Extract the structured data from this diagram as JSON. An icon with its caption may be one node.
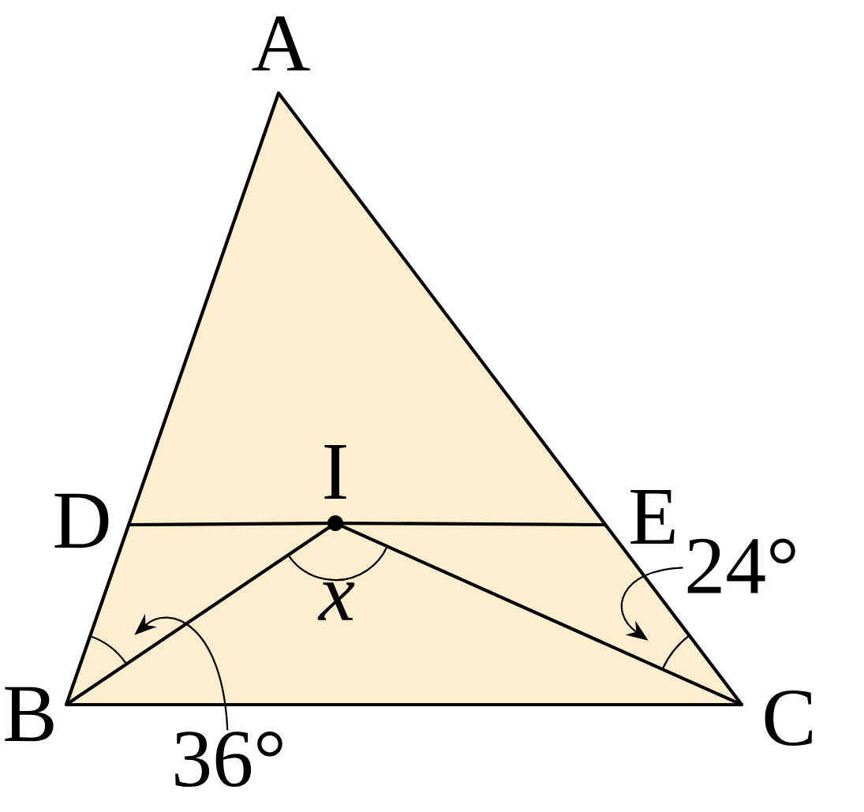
{
  "diagram": {
    "nodes": [
      {
        "text": [
          "A"
        ]
      },
      {
        "text": [
          "B"
        ]
      },
      {
        "text": [
          "C"
        ]
      },
      {
        "text": [
          "D"
        ]
      },
      {
        "text": [
          "E"
        ]
      },
      {
        "text": [
          "I"
        ]
      },
      {
        "text": [
          "36°"
        ]
      },
      {
        "text": [
          "24°"
        ]
      },
      {
        "text": [],
        "shape": "arc"
      },
      {
        "text": [],
        "shape": "arc"
      }
    ],
    "edges": [
      {
        "from": 0,
        "to": 1,
        "arrow": "none"
      },
      {
        "from": 0,
        "to": 2,
        "arrow": "none"
      },
      {
        "from": 1,
        "to": 2,
        "arrow": "none"
      },
      {
        "from": 3,
        "to": 5,
        "arrow": "none"
      },
      {
        "from": 5,
        "to": 4,
        "arrow": "none"
      },
      {
        "from": 1,
        "to": 5,
        "arrow": "none"
      },
      {
        "from": 5,
        "to": 2,
        "arrow": "none"
      },
      {
        "from": 6,
        "to": 8,
        "arrow": "to"
      },
      {
        "from": 7,
        "to": 9,
        "arrow": "to"
      }
    ],
    "labels": [
      "x"
    ]
  }
}
